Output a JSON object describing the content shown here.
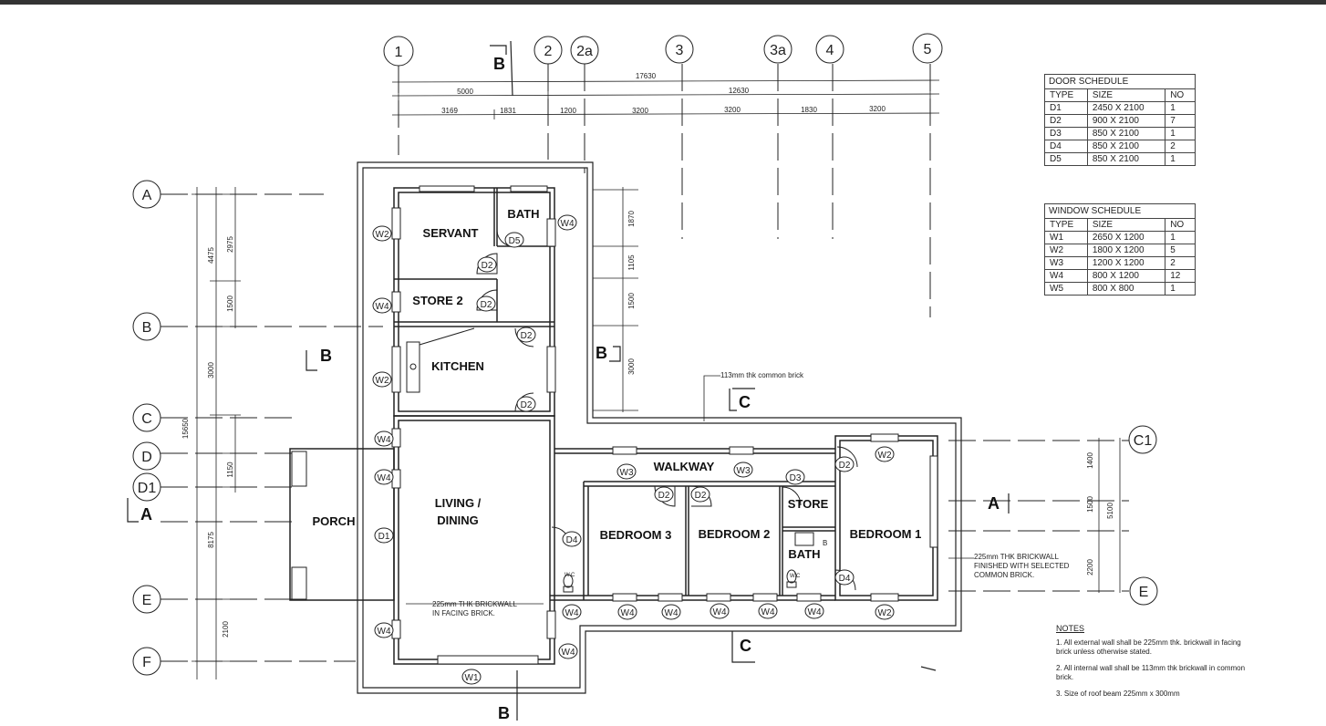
{
  "grid_top": [
    "1",
    "2",
    "2a",
    "3",
    "3a",
    "4",
    "5"
  ],
  "grid_left": [
    "A",
    "B",
    "C",
    "D",
    "D1",
    "E",
    "F"
  ],
  "grid_right": [
    "C1",
    "E"
  ],
  "dims_top": {
    "overall": "17630",
    "part1": "5000",
    "part2": "12630",
    "segs": [
      "3169",
      "1831",
      "1200",
      "3200",
      "3200",
      "1830",
      "3200"
    ]
  },
  "dims_left": {
    "overall": "15650",
    "a": "4475",
    "b": "2975",
    "c": "1500",
    "d": "3000",
    "e": "1150",
    "f": "8175",
    "g": "2100"
  },
  "dims_internal": [
    "1870",
    "1105",
    "1500",
    "3000"
  ],
  "dims_right": {
    "overall": "5100",
    "a": "1400",
    "b": "1500",
    "c": "2200"
  },
  "rooms": {
    "servant": "SERVANT",
    "bath1": "BATH",
    "store2": "STORE 2",
    "kitchen": "KITCHEN",
    "porch": "PORCH",
    "living1": "LIVING /",
    "living2": "DINING",
    "walkway": "WALKWAY",
    "bed3": "BEDROOM 3",
    "bed2": "BEDROOM 2",
    "store": "STORE",
    "bath2": "BATH",
    "bed1": "BEDROOM 1"
  },
  "sections": {
    "b_top": "B",
    "b_left": "B",
    "b_mid": "B",
    "b_bottom": "B",
    "c_top": "C",
    "c_bottom": "C",
    "a_left": "A",
    "a_right": "A"
  },
  "annotations": {
    "common_brick": "113mm thk common brick",
    "facing1": "225mm THK BRICKWALL",
    "facing2": "IN FACING BRICK.",
    "selected1": "225mm THK BRICKWALL",
    "selected2": "FINISHED WITH SELECTED",
    "selected3": "COMMON BRICK.",
    "wc1": "W.C",
    "wc2": "W.C",
    "b_small": "B"
  },
  "tags": {
    "W1": "W1",
    "W2": "W2",
    "W3": "W3",
    "W4": "W4",
    "D1": "D1",
    "D2": "D2",
    "D3": "D3",
    "D4": "D4",
    "D5": "D5"
  },
  "door_schedule": {
    "title": "DOOR SCHEDULE",
    "headers": [
      "TYPE",
      "SIZE",
      "NO"
    ],
    "rows": [
      [
        "D1",
        "2450 X 2100",
        "1"
      ],
      [
        "D2",
        "900 X 2100",
        "7"
      ],
      [
        "D3",
        "850 X 2100",
        "1"
      ],
      [
        "D4",
        "850 X 2100",
        "2"
      ],
      [
        "D5",
        "850 X 2100",
        "1"
      ]
    ]
  },
  "window_schedule": {
    "title": "WINDOW SCHEDULE",
    "headers": [
      "TYPE",
      "SIZE",
      "NO"
    ],
    "rows": [
      [
        "W1",
        "2650 X 1200",
        "1"
      ],
      [
        "W2",
        "1800  X 1200",
        "5"
      ],
      [
        "W3",
        "1200 X 1200",
        "2"
      ],
      [
        "W4",
        "800 X 1200",
        "12"
      ],
      [
        "W5",
        "800 X 800",
        "1"
      ]
    ]
  },
  "notes": {
    "title": "NOTES",
    "items": [
      "1.  All external wall shall be 225mm thk. brickwall in facing brick unless otherwise stated.",
      "2.  All internal wall shall be 113mm thk brickwall in common brick.",
      "3.  Size of roof beam 225mm x 300mm"
    ]
  }
}
